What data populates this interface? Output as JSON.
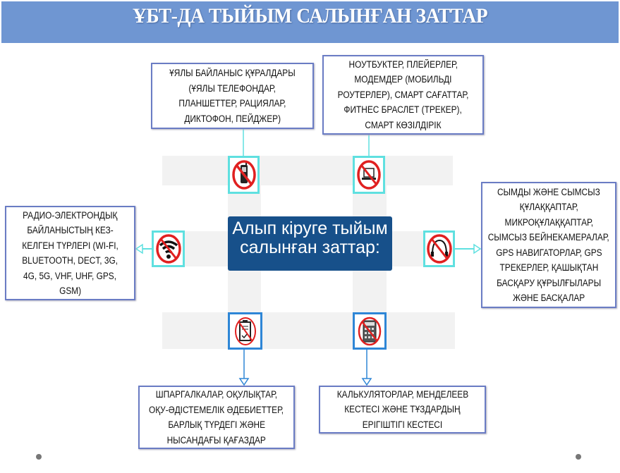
{
  "header": {
    "title": "ҰБТ-ДА ТЫЙЫМ САЛЫНҒАН ЗАТТАР"
  },
  "center": {
    "lines": [
      "Алып кіруге тыйым",
      "салынған заттар:"
    ]
  },
  "items": [
    {
      "icon": "no-phone-icon",
      "lines": [
        "ҰЯЛЫ БАЙЛАНЫС ҚҰРАЛДАРЫ",
        "(ҰЯЛЫ ТЕЛЕФОНДАР,",
        "ПЛАНШЕТТЕР, РАЦИЯЛАР,",
        "ДИКТОФОН, ПЕЙДЖЕР)"
      ]
    },
    {
      "icon": "no-laptop-icon",
      "lines": [
        "НОУТБУКТЕР, ПЛЕЙЕРЛЕР,",
        "МОДЕМДЕР (МОБИЛЬДІ",
        "РОУТЕРЛЕР), СМАРТ САҒАТТАР,",
        "ФИТНЕС БРАСЛЕТ (ТРЕКЕР),",
        "СМАРТ КӨЗІЛДІРІК"
      ]
    },
    {
      "icon": "no-wifi-icon",
      "lines": [
        "РАДИО-ЭЛЕКТРОНДЫҚ",
        "БАЙЛАНЫСТЫҢ КЕЗ-",
        "КЕЛГЕН ТҮРЛЕРІ (WI-FI,",
        "BLUETOOTH, DECT, 3G,",
        "4G, 5G, VHF, UHF, GPS,",
        "GSM)"
      ]
    },
    {
      "icon": "no-headphones-icon",
      "lines": [
        "СЫМДЫ ЖӘНЕ СЫМСЫЗ",
        "ҚҰЛАҚҚАПТАР,",
        "МИКРОҚҰЛАҚҚАПТАР,",
        "СЫМСЫЗ БЕЙНЕКАМЕРАЛАР,",
        "GPS НАВИГАТОРЛАР, GPS",
        "ТРЕКЕРЛЕР, ҚАШЫҚТАН",
        "БАСҚАРУ ҚҰРЫЛҒЫЛАРЫ",
        "ЖӘНЕ БАСҚАЛАР"
      ]
    },
    {
      "icon": "no-cheat-sheet-icon",
      "lines": [
        "ШПАРГАЛКАЛАР, ОҚУЛЫҚТАР,",
        "ОҚУ-ӘДІСТЕМЕЛІК ӘДЕБИЕТТЕР,",
        "БАРЛЫҚ ТҮРДЕГІ ЖӘНЕ",
        "НЫСАНДАҒЫ ҚАҒАЗДАР"
      ]
    },
    {
      "icon": "no-calculator-icon",
      "lines": [
        "КАЛЬКУЛЯТОРЛАР, МЕНДЕЛЕЕВ",
        "КЕСТЕСІ ЖӘНЕ ТҰЗДАРДЫҢ",
        "ЕРІГІШТІГІ КЕСТЕСІ"
      ]
    }
  ],
  "colors": {
    "header": "#6f96d2",
    "center": "#17508a",
    "teal": "#5fe0e0",
    "blue": "#2e86d6",
    "prohibit": "#e02020"
  }
}
